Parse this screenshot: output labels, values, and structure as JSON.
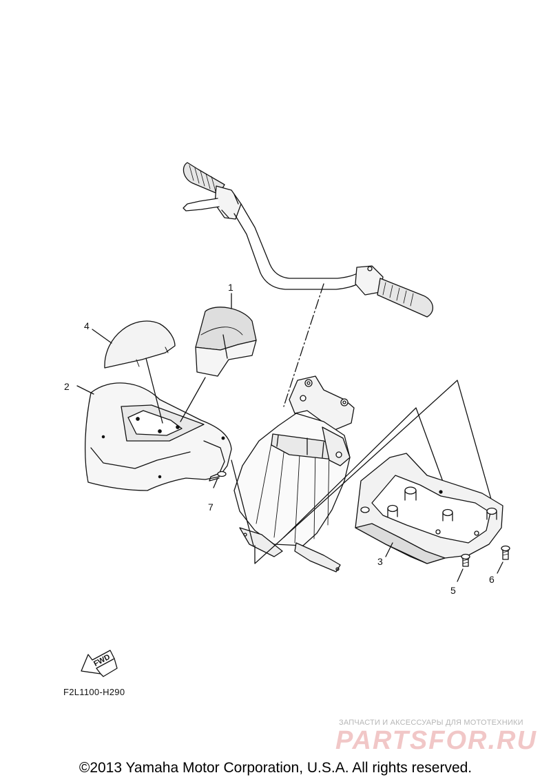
{
  "callouts": {
    "part1": "1",
    "part2": "2",
    "part3": "3",
    "part4": "4",
    "part5": "5",
    "part6": "6",
    "part7": "7"
  },
  "fwd_arrow": {
    "label": "FWD"
  },
  "diagram_code": "F2L1100-H290",
  "watermark": {
    "tagline": "ЗАПЧАСТИ И АКСЕССУАРЫ ДЛЯ МОТОТЕХНИКИ",
    "brand": "PARTSFOR.RU"
  },
  "copyright": "©2013 Yamaha Motor Corporation, U.S.A. All rights reserved."
}
